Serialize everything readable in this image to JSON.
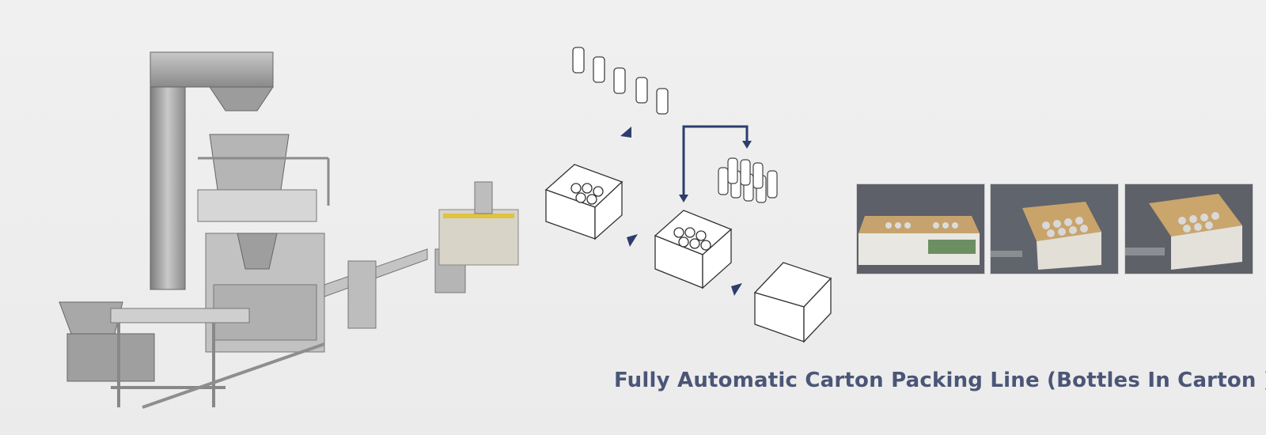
{
  "caption": "Fully Automatic Carton Packing Line (Bottles In Carton )",
  "colors": {
    "background": "#eeeeee",
    "caption": "#4b5677",
    "arrow": "#2c3d6e",
    "steel": "#9a9a9a",
    "cardboard": "#c9a46a"
  },
  "images": {
    "machine": "packing-line-machine",
    "diagram": "bottle-to-carton-diagram",
    "photos": [
      "carton-photo-1",
      "carton-photo-2",
      "carton-photo-3"
    ]
  }
}
